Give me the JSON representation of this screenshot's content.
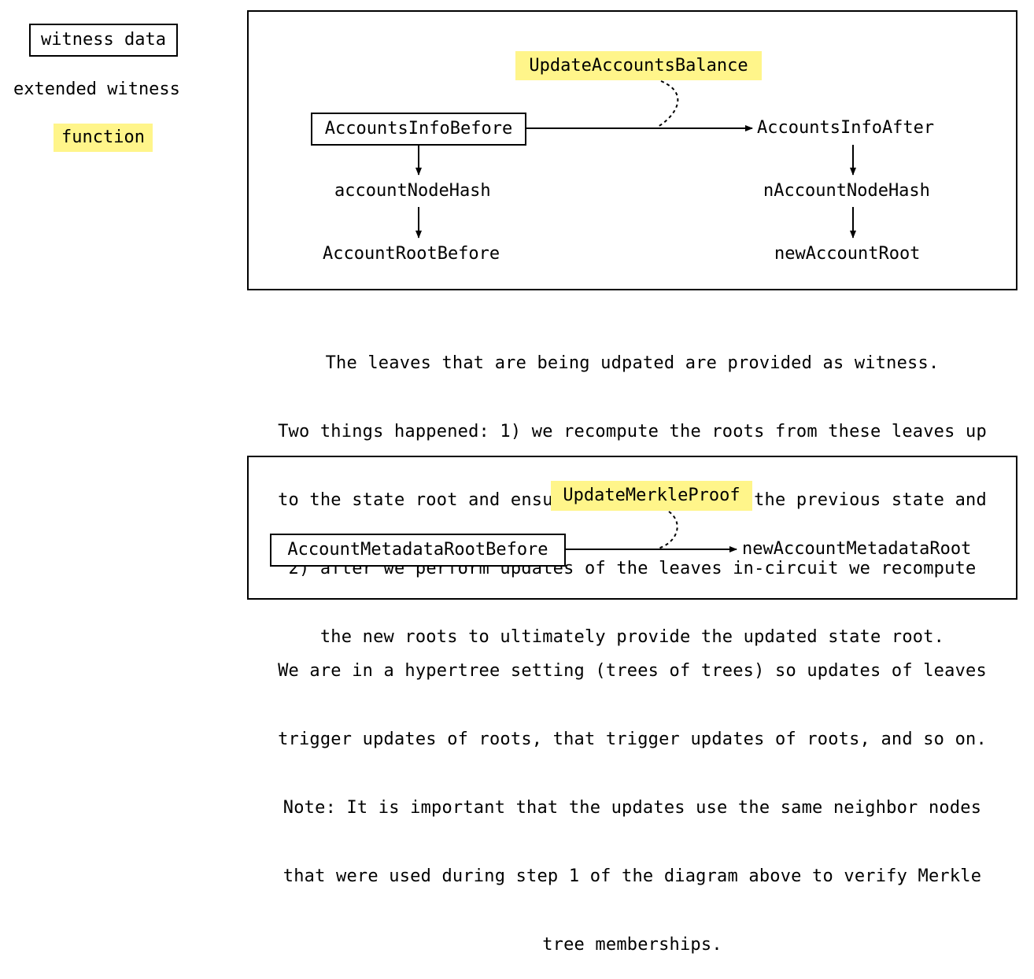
{
  "legend": {
    "witness_data": "witness data",
    "extended_witness": "extended witness",
    "function": "function"
  },
  "diagram1": {
    "function_label": "UpdateAccountsBalance",
    "accounts_info_before": "AccountsInfoBefore",
    "accounts_info_after": "AccountsInfoAfter",
    "account_node_hash": "accountNodeHash",
    "n_account_node_hash": "nAccountNodeHash",
    "account_root_before": "AccountRootBefore",
    "new_account_root": "newAccountRoot"
  },
  "note1": {
    "lines": [
      "The leaves that are being udpated are provided as witness.",
      "Two things happened: 1) we recompute the roots from these leaves up",
      "to the state root and ensure that they match the previous state and",
      "2) after we perform updates of the leaves in-circuit we recompute",
      "the new roots to ultimately provide the updated state root."
    ]
  },
  "diagram2": {
    "function_label": "UpdateMerkleProof",
    "account_metadata_root_before": "AccountMetadataRootBefore",
    "new_account_metadata_root": "newAccountMetadataRoot"
  },
  "note2": {
    "lines": [
      "We are in a hypertree setting (trees of trees) so updates of leaves",
      "trigger updates of roots, that trigger updates of roots, and so on.",
      "Note: It is important that the updates use the same neighbor nodes",
      "that were used during step 1 of the diagram above to verify Merkle",
      "tree memberships."
    ]
  },
  "colors": {
    "function_highlight": "#fff58a",
    "stroke": "#000000",
    "background": "#ffffff"
  }
}
